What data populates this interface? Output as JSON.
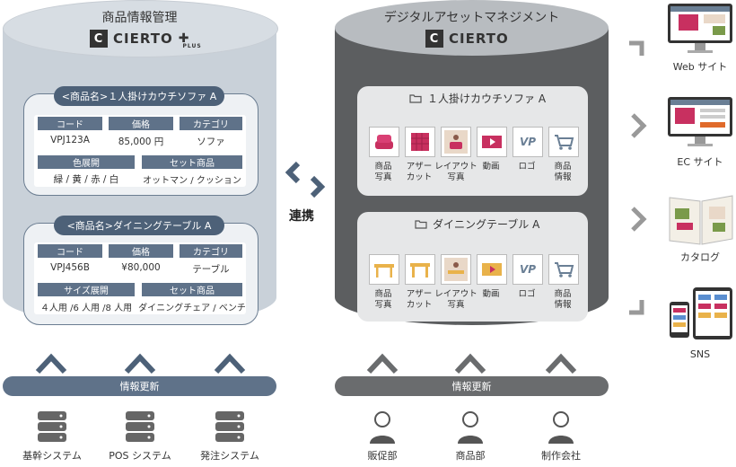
{
  "left_db": {
    "title": "商品情報管理",
    "logo": "CIERTO",
    "logo_suffix": "PLUS",
    "products": [
      {
        "name": "<商品名>１人掛けカウチソファ A",
        "fields_row1": [
          {
            "label": "コード",
            "value": "VPJ123A"
          },
          {
            "label": "価格",
            "value": "85,000 円"
          },
          {
            "label": "カテゴリ",
            "value": "ソファ"
          }
        ],
        "fields_row2": [
          {
            "label": "色展開",
            "value": "緑 / 黄 / 赤 / 白"
          },
          {
            "label": "セット商品",
            "value": "オットマン / クッション"
          }
        ]
      },
      {
        "name": "<商品名>ダイニングテーブル A",
        "fields_row1": [
          {
            "label": "コード",
            "value": "VPJ456B"
          },
          {
            "label": "価格",
            "value": "¥80,000"
          },
          {
            "label": "カテゴリ",
            "value": "テーブル"
          }
        ],
        "fields_row2": [
          {
            "label": "サイズ展開",
            "value": "４人用 /6 人用 /8 人用"
          },
          {
            "label": "セット商品",
            "value": "ダイニングチェア / ベンチ"
          }
        ]
      }
    ],
    "update_label": "情報更新",
    "sources": [
      "基幹システム",
      "POS システム",
      "発注システム"
    ]
  },
  "link_label": "連携",
  "right_db": {
    "title": "デジタルアセットマネジメント",
    "logo": "CIERTO",
    "folders": [
      {
        "name": "１人掛けカウチソファ A",
        "assets": [
          [
            "商品",
            "写真"
          ],
          [
            "アザー",
            "カット"
          ],
          [
            "レイアウト",
            "写真"
          ],
          [
            "動画"
          ],
          [
            "ロゴ"
          ],
          [
            "商品",
            "情報"
          ]
        ]
      },
      {
        "name": "ダイニングテーブル A",
        "assets": [
          [
            "商品",
            "写真"
          ],
          [
            "アザー",
            "カット"
          ],
          [
            "レイアウト",
            "写真"
          ],
          [
            "動画"
          ],
          [
            "ロゴ"
          ],
          [
            "商品",
            "情報"
          ]
        ]
      }
    ],
    "update_label": "情報更新",
    "users": [
      "販促部",
      "商品部",
      "制作会社"
    ]
  },
  "destinations": [
    "Web サイト",
    "EC サイト",
    "カタログ",
    "SNS"
  ],
  "colors": {
    "left_accent": "#4d6178",
    "right_body": "#5c5e60",
    "left_body": "#c9d1d9"
  }
}
